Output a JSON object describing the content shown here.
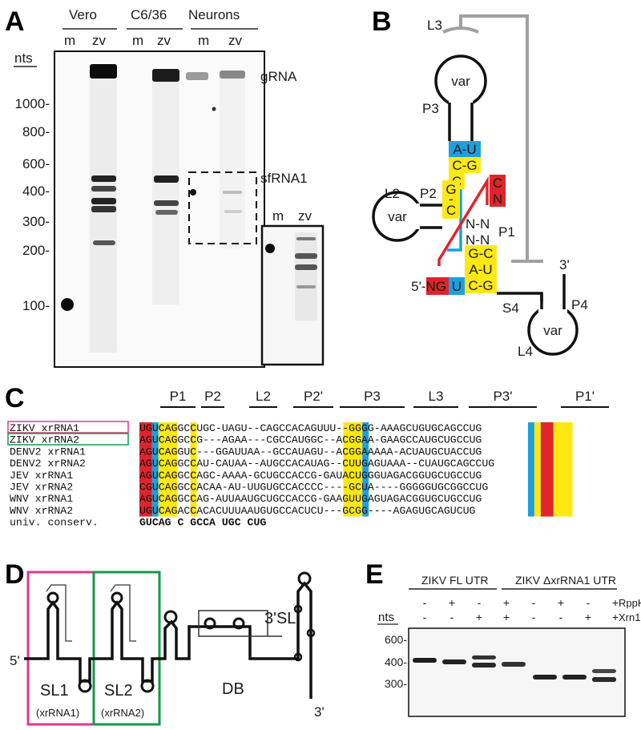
{
  "panels": {
    "A": {
      "label": "A",
      "groups": [
        "Vero",
        "C6/36",
        "Neurons"
      ],
      "lanes": [
        "m",
        "zv",
        "m",
        "zv",
        "m",
        "zv"
      ],
      "unit": "nts",
      "markers": [
        "1000-",
        "800-",
        "600-",
        "400-",
        "300-",
        "200-",
        "100-"
      ],
      "bands": [
        "gRNA",
        "sfRNA1"
      ],
      "inset_lanes": [
        "m",
        "zv"
      ]
    },
    "B": {
      "label": "B",
      "loops": [
        "L3",
        "L2",
        "L4"
      ],
      "stems": [
        "P3",
        "P2",
        "P1",
        "S4",
        "P4"
      ],
      "var": "var",
      "pairs": {
        "au_top": "A-U",
        "cg_top": "C-G",
        "c_unpaired": "C",
        "g_left": "G",
        "c_left": "C",
        "n_a": "N-N",
        "n_b": "N-N",
        "gc": "G-C",
        "au_bot": "A-U",
        "cg_bot": "C-G",
        "red_c": "C",
        "red_n": "N",
        "five_ng": "5'-NG",
        "five_u": "U",
        "three": "3'"
      }
    },
    "C": {
      "label": "C",
      "headers": [
        "P1",
        "P2",
        "L2",
        "P2'",
        "P3",
        "L3",
        "P3'",
        "P1'"
      ],
      "rows": [
        {
          "name": "ZIKV xrRNA1",
          "seq": "UGUCAGGCCUGC-UAGU--CAGCCACAGUUU--GGGG-AAAGCUGUGCAGCCUG"
        },
        {
          "name": "ZIKV xrRNA2",
          "seq": "AGUCAGGCCG---AGAA---CGCCAUGGC--ACGGAA-GAAGCCAUGCUGCCUG"
        },
        {
          "name": "DENV2 xrRNA1",
          "seq": "AGUCAGGUC---GGAUUAA--GCCAUAGU--ACGGAAAAA-ACUAUGCUACCUG"
        },
        {
          "name": "DENV2 xrRNA2",
          "seq": "AGUCAGGCCAU-CAUAA--AUGCCACAUAG--CUUGAGUAAA--CUAUGCAGCCUG"
        },
        {
          "name": "JEV xrRNA1",
          "seq": "AGUCAGGCCAGC-AAAA-GCUGCCACCG-GAUACUGGGUAGACGGUGCUGCCUG"
        },
        {
          "name": "JEV xrRNA2",
          "seq": "CGUCAGGCCACAA-AU-UUGUGCCACCCC----GCUA----GGGGGUGCGGCCUG"
        },
        {
          "name": "WNV xrRNA1",
          "seq": "AGUCAGGCCAG-AUUAAUGCUGCCACCG-GAAGUUGAGUAGACGGUGCUGCCUG"
        },
        {
          "name": "WNV xrRNA2",
          "seq": "UGUCAGACCACACUUUAAUGUGCCACUCU---GCGG----AGAGUGCAGUCUG"
        },
        {
          "name": "univ. conserv.",
          "seq": "  GUCAG  C              GCCA                      UGC    CUG"
        }
      ]
    },
    "D": {
      "label": "D",
      "elements": [
        "SL1",
        "SL2",
        "DB",
        "3'SL"
      ],
      "subs": [
        "(xrRNA1)",
        "(xrRNA2)"
      ],
      "ends": [
        "5'",
        "3'"
      ]
    },
    "E": {
      "label": "E",
      "groups": [
        "ZIKV FL UTR",
        "ZIKV ΔxrRNA1 UTR"
      ],
      "rpph": [
        "-",
        "+",
        "-",
        "+",
        "-",
        "+",
        "-",
        "+"
      ],
      "xrn1": [
        "-",
        "-",
        "+",
        "+",
        "-",
        "-",
        "+",
        "+"
      ],
      "row_labels": [
        "RppH",
        "Xrn1"
      ],
      "unit": "nts",
      "markers": [
        "600-",
        "400-",
        "300-"
      ]
    }
  },
  "colors": {
    "red": "#e0242c",
    "yellow": "#fde814",
    "blue": "#1ea0dc",
    "magenta": "#e0388f",
    "green": "#139a4a",
    "gray": "#a0a0a0"
  }
}
